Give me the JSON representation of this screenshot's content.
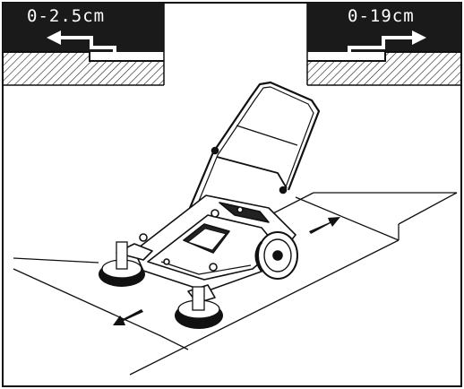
{
  "badges": {
    "left": {
      "text": "0-2.5cm",
      "arrow_direction": "left"
    },
    "right": {
      "text": "0-19cm",
      "arrow_direction": "right"
    }
  },
  "arrows": {
    "curb_up": "right",
    "curb_down": "left"
  },
  "colors": {
    "ink": "#111111",
    "badge_bg": "#1a1a1a",
    "paper": "#ffffff",
    "hatch": "#222222"
  }
}
